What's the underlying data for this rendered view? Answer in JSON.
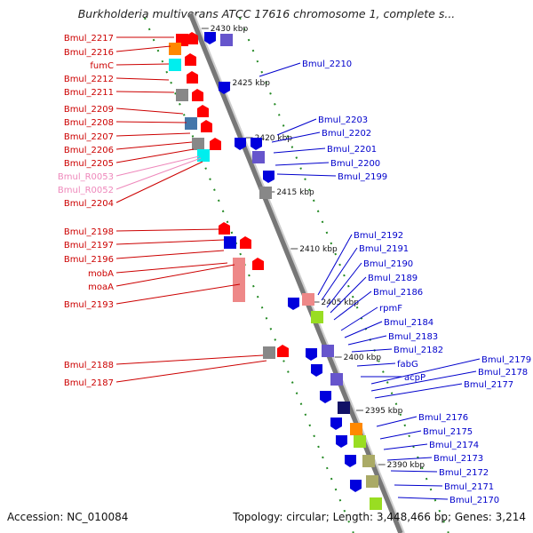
{
  "title": "Burkholderia multivorans ATCC 17616 chromosome 1, complete s...",
  "footer": {
    "accession_label": "Accession:",
    "accession": "NC_010084",
    "topology_label": "Topology:",
    "topology": "circular;",
    "length_label": "Length:",
    "length": "3,448,466 bp;",
    "genes_label": "Genes:",
    "genes": "3,214"
  },
  "colors": {
    "forward_gene": "#ff0000",
    "reverse_gene": "#0000dd",
    "rna_label": "#ee88bb",
    "backbone": "#999999",
    "scale_dots": "#228822"
  },
  "kbp_labels": [
    "2430 kbp",
    "2425 kbp",
    "2420 kbp",
    "2415 kbp",
    "2410 kbp",
    "2405 kbp",
    "2400 kbp",
    "2395 kbp",
    "2390 kbp"
  ],
  "left_genes": [
    "Bmul_2217",
    "Bmul_2216",
    "fumC",
    "Bmul_2212",
    "Bmul_2211",
    "Bmul_2209",
    "Bmul_2208",
    "Bmul_2207",
    "Bmul_2206",
    "Bmul_2205",
    "Bmul_R0053",
    "Bmul_R0052",
    "Bmul_2204",
    "Bmul_2198",
    "Bmul_2197",
    "Bmul_2196",
    "mobA",
    "moaA",
    "Bmul_2193",
    "Bmul_2188",
    "Bmul_2187"
  ],
  "right_genes": [
    "Bmul_2210",
    "Bmul_2203",
    "Bmul_2202",
    "Bmul_2201",
    "Bmul_2200",
    "Bmul_2199",
    "Bmul_2192",
    "Bmul_2191",
    "Bmul_2190",
    "Bmul_2189",
    "Bmul_2186",
    "rpmF",
    "Bmul_2184",
    "Bmul_2183",
    "Bmul_2182",
    "fabG",
    "acpP",
    "Bmul_2179",
    "Bmul_2178",
    "Bmul_2177",
    "Bmul_2176",
    "Bmul_2175",
    "Bmul_2174",
    "Bmul_2173",
    "Bmul_2172",
    "Bmul_2171",
    "Bmul_2170"
  ]
}
